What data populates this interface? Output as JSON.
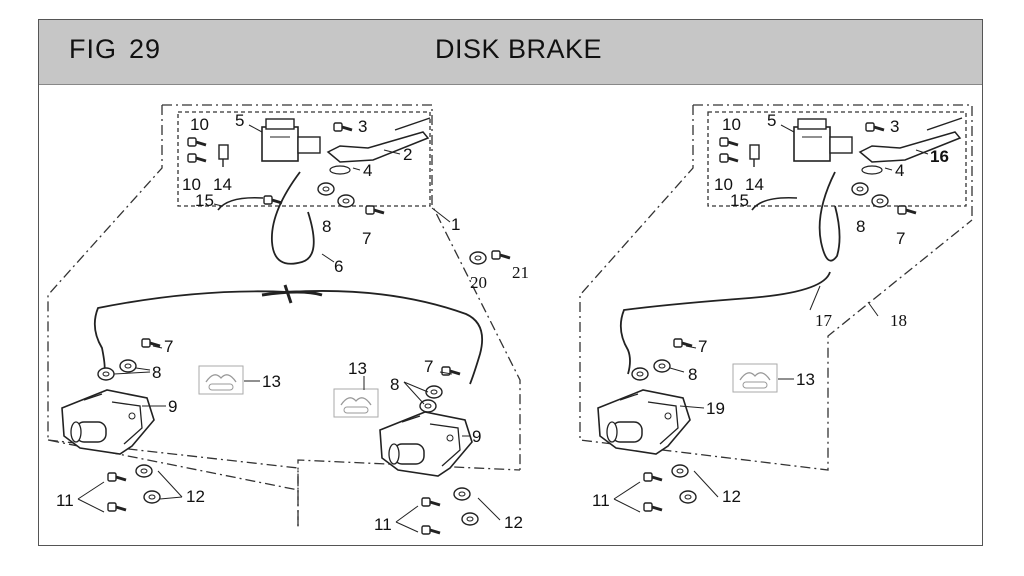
{
  "header": {
    "fig_label": "FIG",
    "fig_number": "29",
    "title": "DISK BRAKE"
  },
  "colors": {
    "header_bg": "#c6c6c6",
    "line": "#222222",
    "dash": "#333333"
  },
  "left_assembly": {
    "labels": [
      "10",
      "5",
      "3",
      "2",
      "10",
      "14",
      "4",
      "15",
      "8",
      "7",
      "1",
      "6",
      "20",
      "21",
      "7",
      "8",
      "13",
      "9",
      "13",
      "7",
      "8",
      "9",
      "11",
      "12",
      "11",
      "12"
    ]
  },
  "right_assembly": {
    "labels": [
      "10",
      "5",
      "3",
      "16",
      "10",
      "14",
      "4",
      "15",
      "8",
      "7",
      "17",
      "18",
      "7",
      "8",
      "13",
      "19",
      "11",
      "12"
    ]
  }
}
